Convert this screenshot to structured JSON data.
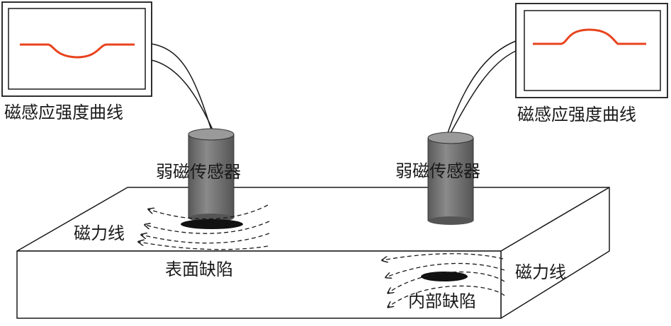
{
  "labels": {
    "left_curve_label": "磁感应强度曲线",
    "right_curve_label": "磁感应强度曲线",
    "left_sensor_label": "弱磁传感器",
    "right_sensor_label": "弱磁传感器",
    "left_field_lines_label": "磁力线",
    "right_field_lines_label": "磁力线",
    "surface_defect_label": "表面缺陷",
    "internal_defect_label": "内部缺陷"
  },
  "colors": {
    "signal_curve": "#e8431e",
    "outline": "#1a1a1a",
    "sensor_body": "#6d6d6d",
    "defect": "#111111"
  }
}
